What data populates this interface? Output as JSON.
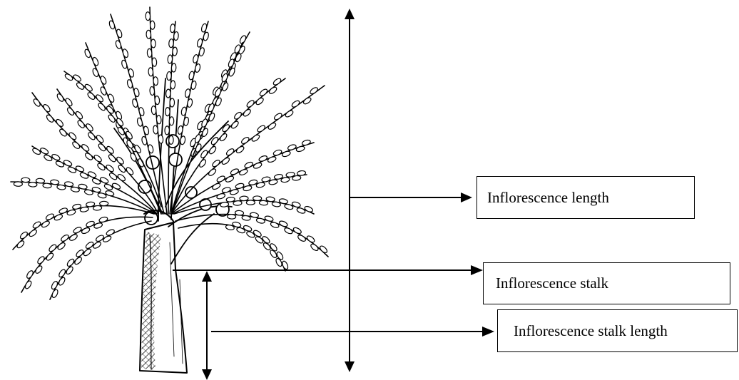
{
  "labels": {
    "inflorescence_length": "Inflorescence length",
    "inflorescence_stalk": "Inflorescence stalk",
    "inflorescence_stalk_length": "Inflorescence stalk length"
  },
  "colors": {
    "ink": "#000000",
    "background": "#ffffff"
  },
  "illustration": {
    "subject": "date palm inflorescence (pen sketch)"
  }
}
